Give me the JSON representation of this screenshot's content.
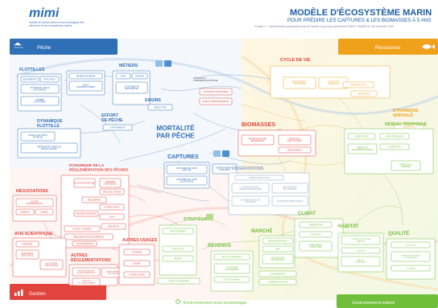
{
  "header": {
    "logo": "mimi",
    "logo_tagline": "modèle de fonctionnement socio-écologique des pêcheries et des écosystèmes marins",
    "title": "MODÈLE D'ÉCOSYSTÈME MARIN",
    "subtitle": "POUR PRÉDIRE LES CAPTURES & LES BIOMASSES À 5 ANS",
    "note": "Groupe 1 – représentation graphique issue de l'atelier du groupe partenarial CIMPA / MIMER du 26 novembre 2019"
  },
  "zones": {
    "peche": "Pêche",
    "ressources": "Ressources",
    "gestion": "Gestion",
    "env_socio": "Environnement socio-économique",
    "env_naturel": "Environnement naturel"
  },
  "titles": {
    "flottilles": "FLOTTILLES",
    "metiers": "MÉTIERS",
    "engins": "ENGINS",
    "effort": "EFFORT\nDE PÊCHE",
    "dyn_flottille": "DYNAMIQUE\nFLOTTILLE",
    "mortalite": "MORTALITÉ\nPAR PÊCHE",
    "captures": "CAPTURES",
    "cycle": "CYCLE DE VIE",
    "dyn_spatiale": "DYNAMIQUE\nSPATIALE",
    "biomasses": "BIOMASSES",
    "reseau": "RÉSEAU TROPHIQUE",
    "observations": "OBSERVATIONS",
    "dyn_regl": "DYNAMIQUE DE LA\nRÉGLEMENTATION DES PÊCHES",
    "negociations": "NÉGOCIATIONS",
    "avis": "AVIS SCIENTIFIQUE",
    "autres_regl": "AUTRES\nRÉGLEMENTATIONS",
    "strategie": "STRATÉGIE",
    "autres_usages": "AUTRES USAGES",
    "marche": "MARCHÉ",
    "revenus": "REVENUS",
    "climat": "CLIMAT",
    "habitat": "HABITAT",
    "qualite": "QUALITÉ"
  },
  "labels": {
    "flo1": "MOUVEMENTS",
    "flo2": "ÉVOLUTION",
    "flo3": "PUISSANCE / TAILLE\nDES NAVIRES",
    "flo4": "NOMBRE\nDE NAVIRES",
    "met1": "MÉTIERS DE PÊCHE",
    "met2": "CHOIX\nD'ESPÈCES CIBLES",
    "met3": "ZONE",
    "met4": "SAISONS",
    "met5": "ACCESSIBILITÉ\nDES ESPÈCES",
    "eng1": "SÉLECTIVITÉ",
    "eff1": "CAPTURABILITÉ",
    "dyf1": "EFFORT PAR UNITÉ\nDE PÊCHE",
    "dyf2": "DÉPENSE PAR TEMPS DE\nPÊCHE / EFFORT",
    "mid1": "INTERVALLE\nD'OBSERVATION PÊCHE",
    "mid2": "CAPTURES ACCESSOIRES",
    "mid3": "REJETS / DÉBARQUEMENTS",
    "cap1": "CAPTURES PAR UNITÉ\nD'EFFORT",
    "cap2": "CAPTURES PAR UNITÉ\nDE BIOMASSE",
    "cap3": "DÉBARQUEMENTS\nDÉCLARÉS",
    "cyc1": "RECRUTEMENT /\nCROISSANCE",
    "cyc2": "MORTALITÉ\nNATURELLE",
    "cyc3": "REPRODUCTION",
    "cyc4": "MIGRATIONS",
    "dsp1": "MIGRATIONS",
    "bio1": "BIOMASSE PÉCHÉE\nDES ESPÈCES",
    "bio2": "ABONDANCE\nÉTAT DU STOCK",
    "bio3": "RECRUTEMENT",
    "tro1": "INTERACTIONS",
    "tro2": "LIENS TROPHIQUES",
    "tro3": "PRÉDATION\nDES ESPÈCES CIBLÉES",
    "tro4": "COMPÉTITION",
    "tro5": "PRODUCTION\nPRIMAIRE",
    "obs1": "PÊCHE SCIENTIFIQUE",
    "obs2": "PLAN DE SONDAGE\nOBSERVATEURS EN MER",
    "obs3": "DÉCLARATIONS\nDE CAPTURES",
    "obs4": "CONNAISSANCES DES\nPÊCHEURS",
    "obs5": "CAMPAGNES SCIENTIFIQUES",
    "reg1": "QUOTAS DE CAPTURE",
    "reg2": "MESURES\nTECHNIQUES",
    "reg3": "MAILLAGE / ENGINS",
    "reg4": "DÉCLARATION",
    "reg5": "AUTRES LIMITES",
    "reg6": "MESURES D'URGENCE",
    "reg7": "SUIVI",
    "reg8": "QUOTAS / LICENCES",
    "reg9": "RÉGLEMENTATION EUROPÉENNE",
    "reg10": "PLAN DE GESTION",
    "reg11": "DISPOSITIFS",
    "neg1": "ACCORD\nINTERNATIONAUX",
    "neg2": "LOBBYING",
    "neg3": "CONSEIL",
    "avi1": "EXPERTISE",
    "avi2": "ÉVALUATION\nDES STOCKS",
    "avi3": "ALLOCATION\nTAC / QUOTAS",
    "avr1": "RÉGLEMENTATION\nENVIRONNEMENTALE",
    "avr2": "GESTION\nDE L'ESPACE MARIN",
    "avr3": "AIRES MARINES\nPROTÉGÉES",
    "str1": "INVESTISSEMENT",
    "str2": "EFFICACITÉ",
    "str3": "RÉSEAU",
    "str4": "ATTRACTIVITÉ MÉTIER",
    "usa1": "TOURISME",
    "usa2": "ÉOLIEN",
    "usa3": "AUTRES USAGES",
    "mar1": "DEMANDE MONDIALE",
    "mar2": "PRIX",
    "mar3": "VALORISATION\nDES PRODUITS",
    "mar4": "CONSOMMATION",
    "mar5": "COMMERCIALISATION",
    "rev1": "PRIX DU CARBURANT",
    "rev2": "COÛTS FIXES\nET VARIABLES",
    "rev3": "COÛTS SALARIAUX",
    "cli1": "TEMPÉRATURE",
    "cli2": "COURANTS",
    "cli3": "PHÉNOMÈNES\nCLIMATIQUES",
    "hab1": "CONNECTIVITÉ ENTRE\nHABITATS",
    "hab2": "SUBSTRAT",
    "hab3": "HABITATS\nESSENTIELS",
    "qua1": "POLLUTIONS",
    "qua2": "TURBIDITÉ / APPORTS\nCONTINENTAUX",
    "qua3": "OXYGÈNE"
  },
  "colors": {
    "peche": "#2f6fb6",
    "gestion": "#e0443c",
    "ressources": "#f0a11b",
    "env_socio": "#6fbf3a",
    "env_naturel": "#6fbf3a",
    "observations": "#8da3bd"
  }
}
